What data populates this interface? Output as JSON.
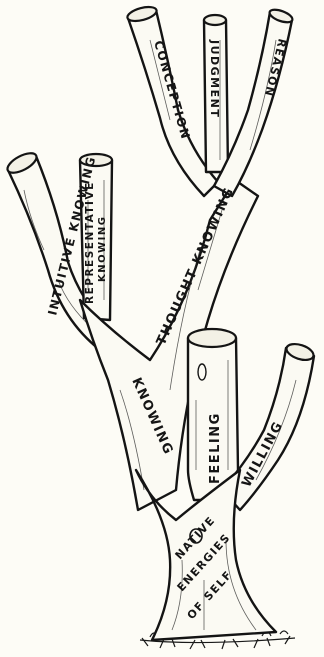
{
  "labels": {
    "conception": "CONCEPTION",
    "judgment": "JUDGMENT",
    "reason": "REASON",
    "thought_knowing": "THOUGHT KNOWING",
    "intuitive_knowing": "INTUITIVE KNOWING",
    "representative": "REPRESENTATIVE",
    "representative_knowing": "KNOWING",
    "knowing": "KNOWING",
    "feeling": "FEELING",
    "willing": "WILLING",
    "native": "NATIVE",
    "energies": "ENERGIES",
    "of_self": "OF SELF"
  }
}
